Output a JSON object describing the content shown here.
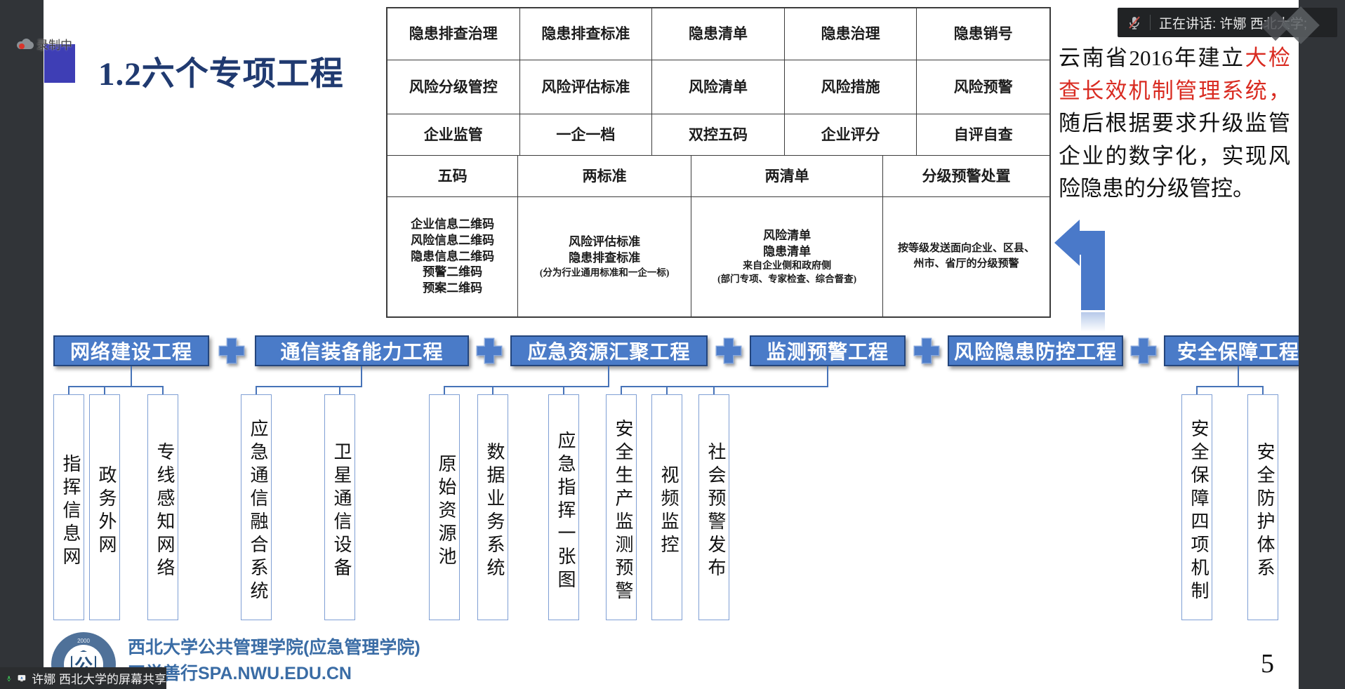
{
  "meeting": {
    "recording_label": "录制中",
    "speaker_bar_text": "正在讲话: 许娜 西北大学;",
    "screen_share_text": "许娜 西北大学的屏幕共享"
  },
  "slide": {
    "title": "1.2六个专项工程",
    "page_number": "5",
    "table": {
      "grid_rows": [
        [
          "隐患排查治理",
          "隐患排查标准",
          "隐患清单",
          "隐患治理",
          "隐患销号"
        ],
        [
          "风险分级管控",
          "风险评估标准",
          "风险清单",
          "风险措施",
          "风险预警"
        ],
        [
          "企业监管",
          "一企一档",
          "双控五码",
          "企业评分",
          "自评自查"
        ]
      ],
      "category_row": [
        "五码",
        "两标准",
        "两清单",
        "分级预警处置"
      ],
      "detail_row": {
        "codes": [
          "企业信息二维码",
          "风险信息二维码",
          "隐患信息二维码",
          "预警二维码",
          "预案二维码"
        ],
        "standards": [
          "风险评估标准",
          "隐患排查标准"
        ],
        "standards_note": "(分为行业通用标准和一企一标)",
        "lists": [
          "风险清单",
          "隐患清单"
        ],
        "lists_source": "来自企业侧和政府侧",
        "lists_note": "(部门专项、专家检查、综合督查)",
        "warning_dispatch": "按等级发送面向企业、区县、州市、省厅的分级预警"
      }
    },
    "note": {
      "prefix": "云南省2016年建立",
      "highlight": "大检查长效机制管理系统，",
      "suffix": "随后根据要求升级监管企业的数字化，实现风险隐患的分级管控。"
    },
    "projects": [
      {
        "label": "网络建设工程",
        "items": [
          "指挥信息网",
          "政务外网",
          "专线感知网络"
        ]
      },
      {
        "label": "通信装备能力工程",
        "items": [
          "应急通信融合系统",
          "卫星通信设备"
        ]
      },
      {
        "label": "应急资源汇聚工程",
        "items": [
          "原始资源池",
          "数据业务系统",
          "应急指挥一张图"
        ]
      },
      {
        "label": "监测预警工程",
        "items": [
          "安全生产监测预警",
          "视频监控",
          "社会预警发布"
        ]
      },
      {
        "label": "风险隐患防控工程",
        "items": []
      },
      {
        "label": "安全保障工程",
        "items": [
          "安全保障四项机制",
          "安全防护体系"
        ]
      }
    ],
    "footer": {
      "org": "西北大学公共管理学院(应急管理学院)",
      "motto_url": "正学善行SPA.NWU.EDU.CN",
      "seal_year": "2000",
      "seal_glyph": "公"
    }
  },
  "colors": {
    "accent_blue": "#4A7BC8",
    "dark_navy": "#1F3864",
    "connector_blue": "#4773B8",
    "highlight_red": "#D92B21",
    "title_navy": "#203A70",
    "footer_blue": "#3A6CA5",
    "mic_green": "#3DBD56",
    "overlay_dark": "#212325"
  }
}
